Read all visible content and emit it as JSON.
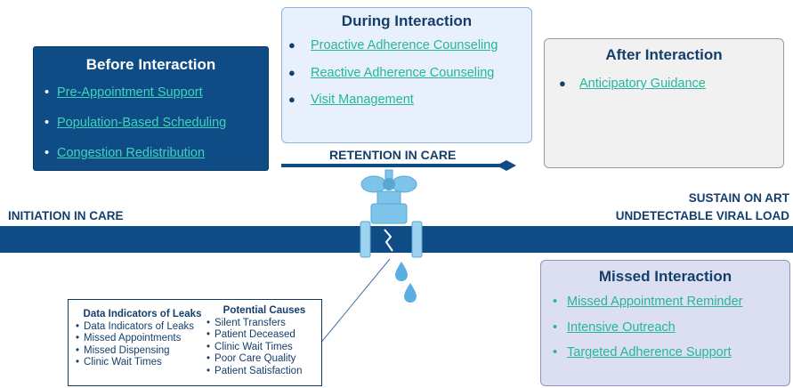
{
  "before": {
    "title": "Before Interaction",
    "items": [
      "Pre-Appointment Support",
      "Population-Based Scheduling",
      "Congestion Redistribution"
    ]
  },
  "during": {
    "title": "During Interaction",
    "items": [
      "Proactive Adherence Counseling",
      "Reactive Adherence Counseling",
      "Visit Management"
    ]
  },
  "after": {
    "title": "After Interaction",
    "items": [
      "Anticipatory Guidance"
    ]
  },
  "missed": {
    "title": "Missed Interaction",
    "items": [
      "Missed Appointment Reminder",
      "Intensive Outreach",
      "Targeted Adherence Support"
    ]
  },
  "labels": {
    "retention": "RETENTION IN CARE",
    "initiation": "INITIATION IN CARE",
    "sustain": "SUSTAIN ON ART",
    "undetectable": "UNDETECTABLE VIRAL LOAD"
  },
  "causes_box": {
    "left_title": "Data Indicators of Leaks",
    "left_items": [
      "Data Indicators of Leaks",
      "Missed Appointments",
      "Missed Dispensing",
      "Clinic Wait Times"
    ],
    "right_title": "Potential Causes",
    "right_items": [
      "Silent Transfers",
      "Patient Deceased",
      "Clinic Wait Times",
      "Poor Care Quality",
      "Patient Satisfaction"
    ]
  },
  "colors": {
    "navy": "#0f4c85",
    "link": "#25b59d",
    "faucet": "#7ec3ea"
  }
}
